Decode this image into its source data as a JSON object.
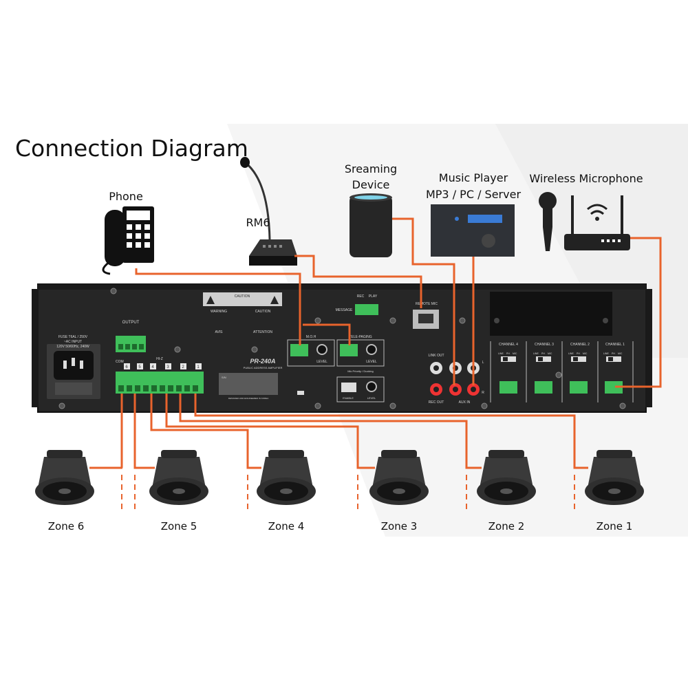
{
  "title": "Connection Diagram",
  "devices": {
    "phone": "Phone",
    "rm6": "RM6",
    "streaming_line1": "Sreaming",
    "streaming_line2": "Device",
    "music_line1": "Music Player",
    "music_line2": "MP3 / PC / Server",
    "wireless": "Wireless Microphone"
  },
  "zones": [
    "Zone 6",
    "Zone 5",
    "Zone 4",
    "Zone 3",
    "Zone 2",
    "Zone 1"
  ],
  "panel": {
    "fuse_line1": "FUSE T6AL / 250V",
    "fuse_line2": "~AC INPUT",
    "fuse_line3": "120V 50/60Hz, 240W",
    "output": "OUTPUT",
    "com": "COM",
    "hiz": "HI-Z",
    "caution_banner": "CAUTION",
    "warning": "WARNING",
    "caution": "CAUTION",
    "avis": "AVIS",
    "attention": "ATTENTION",
    "moh": "M.O.H",
    "level": "LEVEL",
    "tele_paging": "TELE-PAGING",
    "model": "PR-240A",
    "model_sub": "PUBLIC ADDRESS AMPLIFIER",
    "sn": "S/N",
    "made_in": "DESIGNED AND ENGINEERED IN KOREA",
    "message": "MESSAGE",
    "rec": "REC",
    "play": "PLAY",
    "remote_mic": "REMOTE MIC",
    "link_out": "LINK OUT",
    "rec_out": "REC OUT",
    "aux_in": "AUX IN",
    "priority": "Mic Priority / Ducking",
    "enable": "ENABLE",
    "channel4": "CHANNEL 4",
    "channel3": "CHANNEL 3",
    "channel2": "CHANNEL 2",
    "channel1": "CHANNEL 1",
    "line": "LINE",
    "ph": "PH",
    "mic": "MIC",
    "l": "L",
    "r": "R",
    "terminals": [
      "6",
      "5",
      "4",
      "3",
      "2",
      "1"
    ]
  },
  "colors": {
    "wire": "#e8632c",
    "panel": "#262626",
    "terminal": "#3fbf5a",
    "speaker": "#2f2f2f"
  }
}
